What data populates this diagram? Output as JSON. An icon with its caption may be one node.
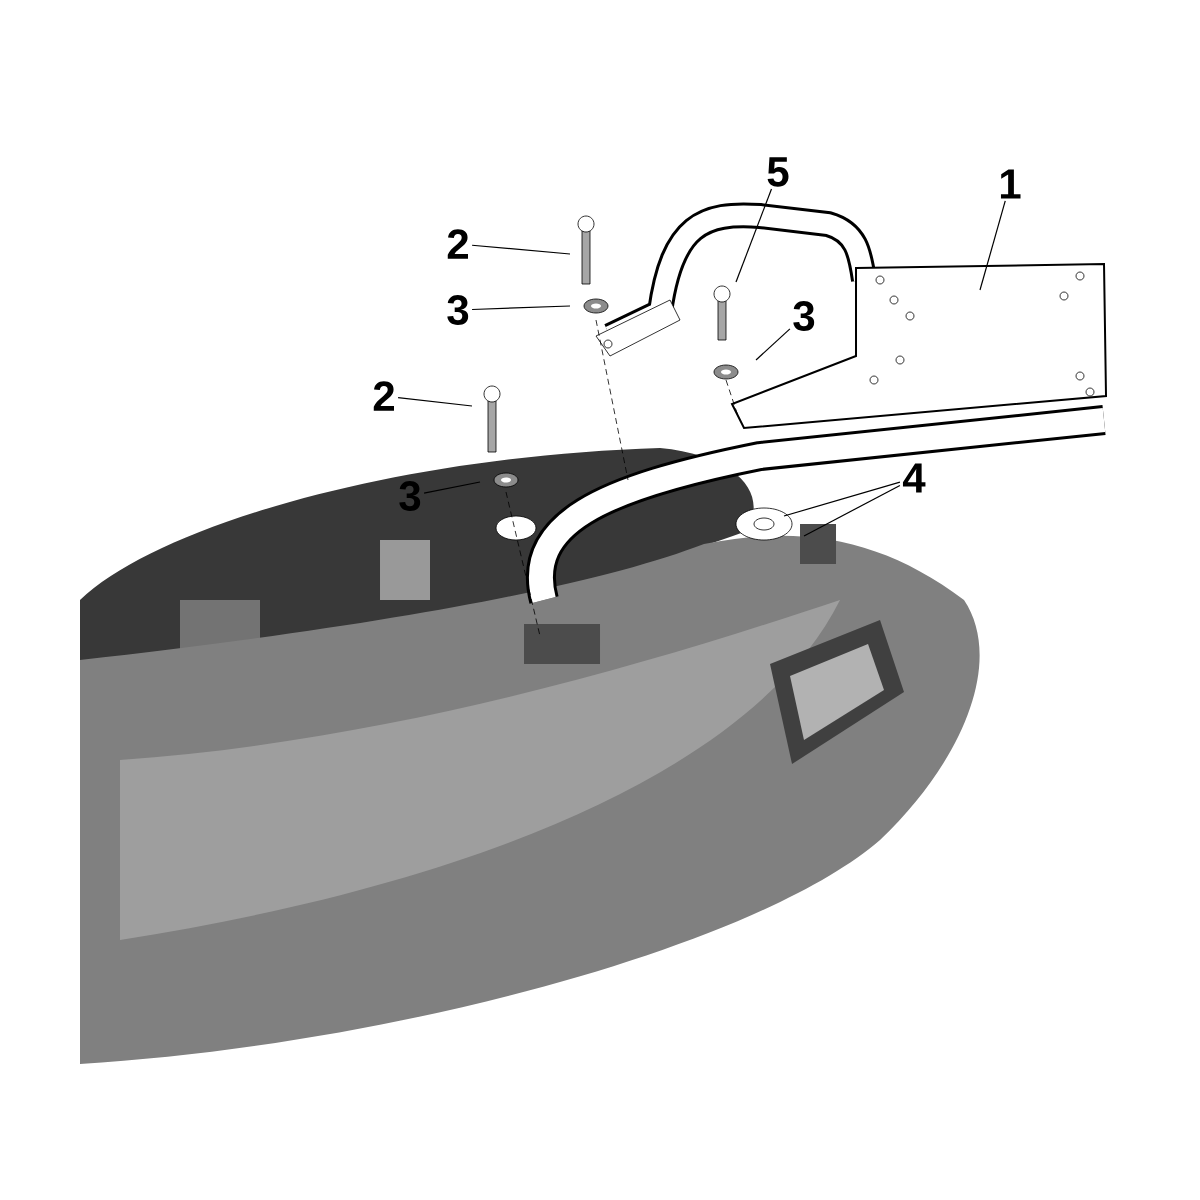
{
  "diagram": {
    "nodes": [
      {
        "text": [
          "5"
        ]
      },
      {
        "text": [
          "1"
        ]
      },
      {
        "text": [
          "2"
        ]
      },
      {
        "text": [
          "3"
        ]
      },
      {
        "text": [
          "3"
        ]
      },
      {
        "text": [
          "2"
        ]
      },
      {
        "text": [
          "3"
        ]
      },
      {
        "text": [
          "4"
        ]
      }
    ],
    "edges": [
      {
        "from": 0,
        "to": null,
        "arrow": "none"
      },
      {
        "from": 1,
        "to": null,
        "arrow": "none"
      },
      {
        "from": 2,
        "to": null,
        "arrow": "none"
      },
      {
        "from": 3,
        "to": null,
        "arrow": "none"
      },
      {
        "from": 4,
        "to": null,
        "arrow": "none"
      },
      {
        "from": 5,
        "to": null,
        "arrow": "none"
      },
      {
        "from": 6,
        "to": null,
        "arrow": "none"
      },
      {
        "from": 7,
        "to": null,
        "arrow": "none"
      },
      {
        "from": 7,
        "to": null,
        "arrow": "none"
      }
    ]
  }
}
